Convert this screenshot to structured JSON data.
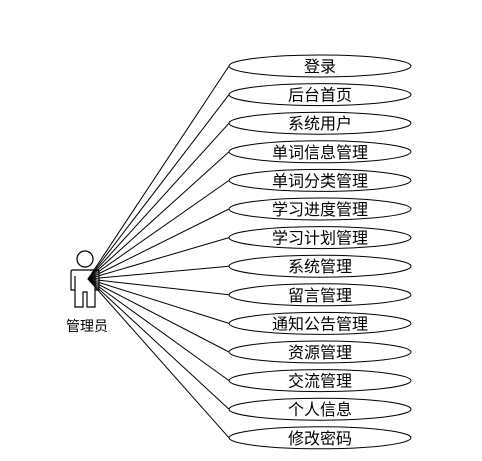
{
  "actor": {
    "name": "管理员"
  },
  "use_cases": [
    "登录",
    "后台首页",
    "系统用户",
    "单词信息管理",
    "单词分类管理",
    "学习进度管理",
    "学习计划管理",
    "系统管理",
    "留言管理",
    "通知公告管理",
    "资源管理",
    "交流管理",
    "个人信息",
    "修改密码"
  ]
}
